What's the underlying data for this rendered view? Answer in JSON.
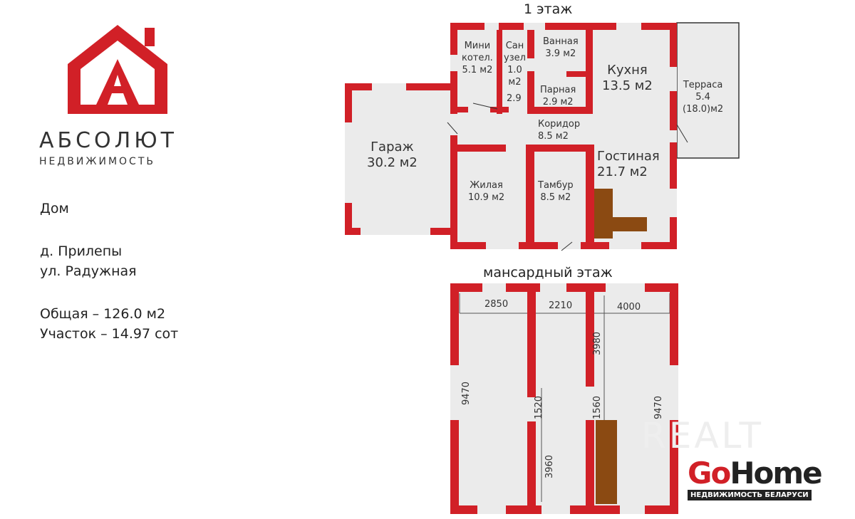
{
  "brand": {
    "name": "АБСОЛЮТ",
    "subtitle": "НЕДВИЖИМОСТЬ",
    "color": "#d12027"
  },
  "listing": {
    "type": "Дом",
    "village": "д. Прилепы",
    "street": "ул. Радужная",
    "total_area": "Общая – 126.0 м2",
    "plot": "Участок – 14.97 сот"
  },
  "floor1": {
    "title": "1 этаж",
    "rooms": {
      "mini_boiler": "Мини\nкотел.\n5.1 м2",
      "wc": "Сан\nузел\n1.0\nм2",
      "wc_extra": "2.9",
      "bath": "Ванная\n3.9 м2",
      "steam": "Парная\n2.9 м2",
      "kitchen": "Кухня\n13.5 м2",
      "terrace": "Терраса\n5.4\n(18.0)м2",
      "corridor": "Коридор\n8.5 м2",
      "garage": "Гараж\n30.2 м2",
      "living": "Жилая\n10.9 м2",
      "vestibule": "Тамбур\n8.5 м2",
      "lounge": "Гостиная\n21.7 м2"
    }
  },
  "floor2": {
    "title": "мансардный этаж",
    "dims": [
      "2850",
      "2210",
      "4000",
      "9470",
      "1520",
      "3980",
      "1560",
      "9470",
      "3960"
    ]
  },
  "watermark": {
    "realt": "REALT",
    "gohome_go": "Go",
    "gohome_home": "Home",
    "gohome_sub": "НЕДВИЖИМОСТЬ БЕЛАРУСИ"
  }
}
